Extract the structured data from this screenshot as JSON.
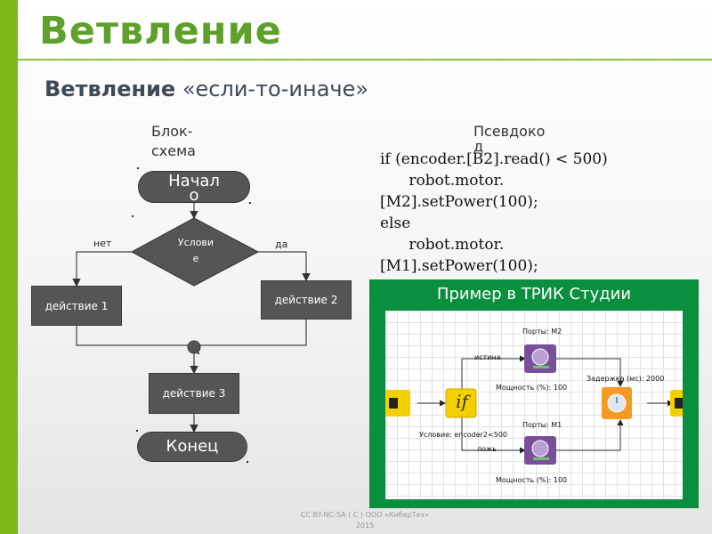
{
  "slide": {
    "title": "Ветвление",
    "subtitle_bold": "Ветвление",
    "subtitle_rest": " «если-то-иначе»"
  },
  "columns": {
    "flowchart_heading_line1": "Блок-",
    "flowchart_heading_line2": "схема",
    "pseudocode_heading_line1": "Псевдоко",
    "pseudocode_heading_line2": "д"
  },
  "flowchart": {
    "start_line1": "Начал",
    "start_line2": "о",
    "condition_line1": "Услови",
    "condition_line2": "е",
    "no_label": "нет",
    "yes_label": "да",
    "action1": "действие 1",
    "action2": "действие 2",
    "action3": "действие 3",
    "end": "Конец"
  },
  "pseudocode": [
    "if (encoder.[B2].read() < 500)",
    "      robot.motor.",
    "[M2].setPower(100);",
    "else",
    "      robot.motor.",
    "[M1].setPower(100);"
  ],
  "trik": {
    "title": "Пример в ТРИК Студии",
    "ports_m2": "Порты: M2",
    "true_label": "истина",
    "power_top": "Мощность (%): 100",
    "delay": "Задержка (мс): 2000",
    "condition": "Условие:  encoder2<500",
    "ports_m1": "Порты: M1",
    "false_label": "ложь",
    "power_bottom": "Мощность (%): 100",
    "if_glyph": "if"
  },
  "footer": {
    "line1": "CC BY-NC-SA ( C ) ООО «КиберТех»",
    "line2": "2015"
  },
  "colors": {
    "accent_green": "#7db81a",
    "title_green": "#5fa02a",
    "panel_green": "#0a8f3e",
    "block_gray": "#555555",
    "trik_yellow": "#f5d000",
    "trik_purple": "#7a4f9a",
    "trik_orange": "#f59a23"
  }
}
